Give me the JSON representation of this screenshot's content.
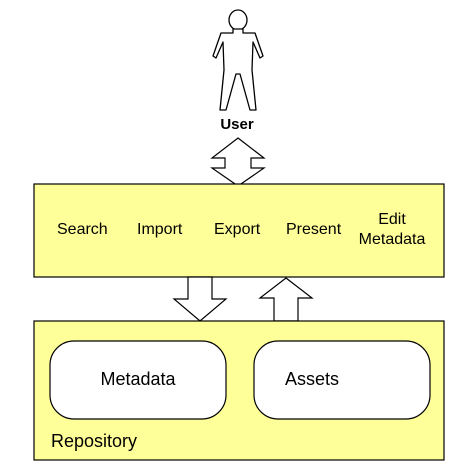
{
  "colors": {
    "box_fill": "#ffff99",
    "store_fill": "#ffffff",
    "stroke": "#000000",
    "arrow_fill": "#ffffff"
  },
  "actor": {
    "icon": "user-stick-figure-icon",
    "label": "User"
  },
  "operations": {
    "search": "Search",
    "import": "Import",
    "export": "Export",
    "present": "Present",
    "edit_metadata": "Edit Metadata"
  },
  "repository": {
    "label": "Repository",
    "stores": {
      "metadata": "Metadata",
      "assets": "Assets"
    }
  }
}
